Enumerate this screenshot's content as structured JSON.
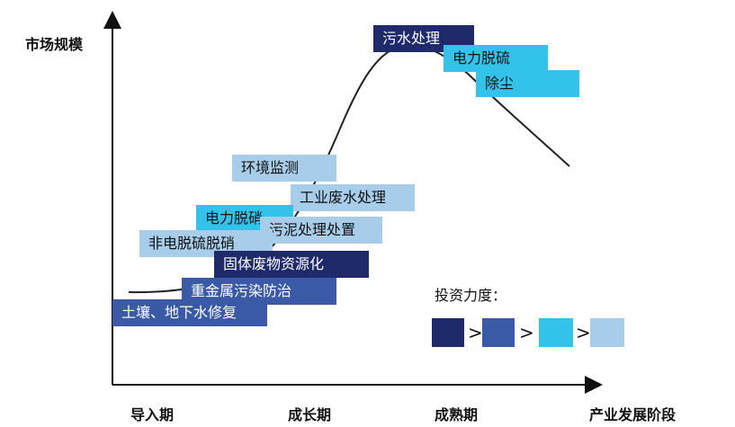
{
  "diagram": {
    "y_axis_label": "市场规模",
    "x_axis_label": "产业发展阶段",
    "stages": [
      "导入期",
      "成长期",
      "成熟期"
    ],
    "legend": {
      "title": "投资力度：",
      "separator": ">",
      "levels": [
        {
          "rank": 1,
          "color": "#1f2a6b"
        },
        {
          "rank": 2,
          "color": "#3a5aa8"
        },
        {
          "rank": 3,
          "color": "#33c3ea"
        },
        {
          "rank": 4,
          "color": "#a7cdea"
        }
      ]
    },
    "sectors": [
      {
        "label": "污水处理",
        "level": 1
      },
      {
        "label": "电力脱硫",
        "level": 3
      },
      {
        "label": "除尘",
        "level": 3
      },
      {
        "label": "环境监测",
        "level": 4
      },
      {
        "label": "工业废水处理",
        "level": 4
      },
      {
        "label": "电力脱硝",
        "level": 3
      },
      {
        "label": "污泥处理处置",
        "level": 4
      },
      {
        "label": "非电脱硫脱硝",
        "level": 4
      },
      {
        "label": "固体废物资源化",
        "level": 1
      },
      {
        "label": "重金属污染防治",
        "level": 2
      },
      {
        "label": "土壤、地下水修复",
        "level": 2
      }
    ]
  }
}
